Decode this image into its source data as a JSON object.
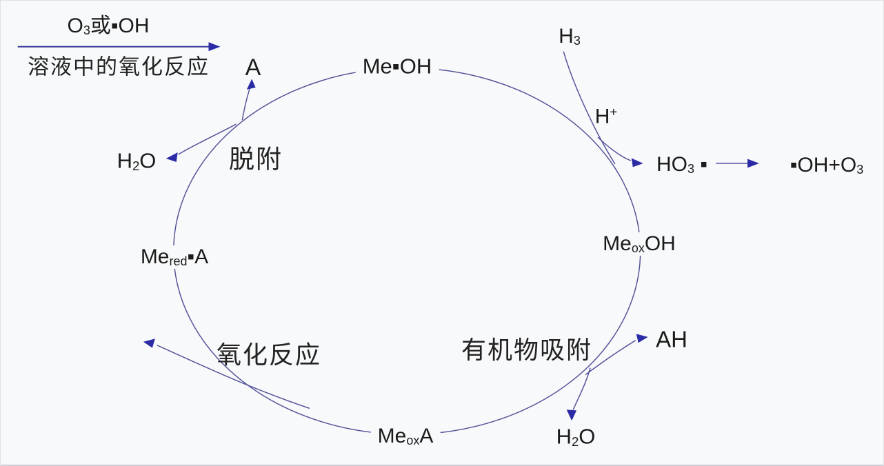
{
  "colors": {
    "background": "#f8f9fa",
    "curve": "#54549a",
    "arrowhead": "#2b2ba6",
    "text": "#1b1b1b"
  },
  "legend_top_left": {
    "above_arrow": {
      "parts": [
        {
          "t": "O"
        },
        {
          "t": "3"
        },
        {
          "t": "或▪OH"
        }
      ]
    },
    "below_arrow": {
      "parts": [
        {
          "t": "溶液中的氧化反应"
        }
      ]
    }
  },
  "labels": {
    "a": {
      "parts": [
        {
          "t": "A"
        }
      ]
    },
    "me_oh": {
      "parts": [
        {
          "t": "Me▪OH"
        }
      ]
    },
    "h3": {
      "parts": [
        {
          "t": "H"
        },
        {
          "t": "3"
        }
      ]
    },
    "h_plus": {
      "parts": [
        {
          "t": "H"
        },
        {
          "t": "+"
        }
      ]
    },
    "ho3_radical": {
      "parts": [
        {
          "t": "HO"
        },
        {
          "t": "3"
        },
        {
          "t": " ▪"
        }
      ]
    },
    "oh_plus_o3": {
      "parts": [
        {
          "t": "▪OH+O"
        },
        {
          "t": "3"
        }
      ]
    },
    "h2o_left": {
      "parts": [
        {
          "t": "H"
        },
        {
          "t": "2"
        },
        {
          "t": "O"
        }
      ]
    },
    "desorption": {
      "parts": [
        {
          "t": "脱附"
        }
      ]
    },
    "me_red_a": {
      "parts": [
        {
          "t": "Me"
        },
        {
          "t": "red"
        },
        {
          "t": "▪A"
        }
      ]
    },
    "me_ox_oh": {
      "parts": [
        {
          "t": "Me"
        },
        {
          "t": "ox"
        },
        {
          "t": "OH"
        }
      ]
    },
    "oxidation": {
      "parts": [
        {
          "t": "氧化反应"
        }
      ]
    },
    "adsorption": {
      "parts": [
        {
          "t": "有机物吸附"
        }
      ]
    },
    "ah": {
      "parts": [
        {
          "t": "AH"
        }
      ]
    },
    "me_ox_a": {
      "parts": [
        {
          "t": "Me"
        },
        {
          "t": "ox"
        },
        {
          "t": "A"
        }
      ]
    },
    "h2o_bottom": {
      "parts": [
        {
          "t": "H"
        },
        {
          "t": "2"
        },
        {
          "t": "O"
        }
      ]
    }
  },
  "relationships": {
    "cycle_nodes": [
      "Me▪OH",
      "MeoxOH",
      "MeoxA",
      "Mered▪A"
    ],
    "steps": [
      "H3 + H+ enter at top right, releasing HO3▪ which yields ▪OH+O3",
      "有机物吸附: AH adsorbs at bottom right releasing H2O, giving MeoxA",
      "氧化反应: oxidation at bottom left, products leave the cycle",
      "脱附: desorption at top left releases A and H2O, regenerating Me▪OH",
      "O3或▪OH drives 溶液中的氧化反应 (legend, top left)"
    ]
  }
}
